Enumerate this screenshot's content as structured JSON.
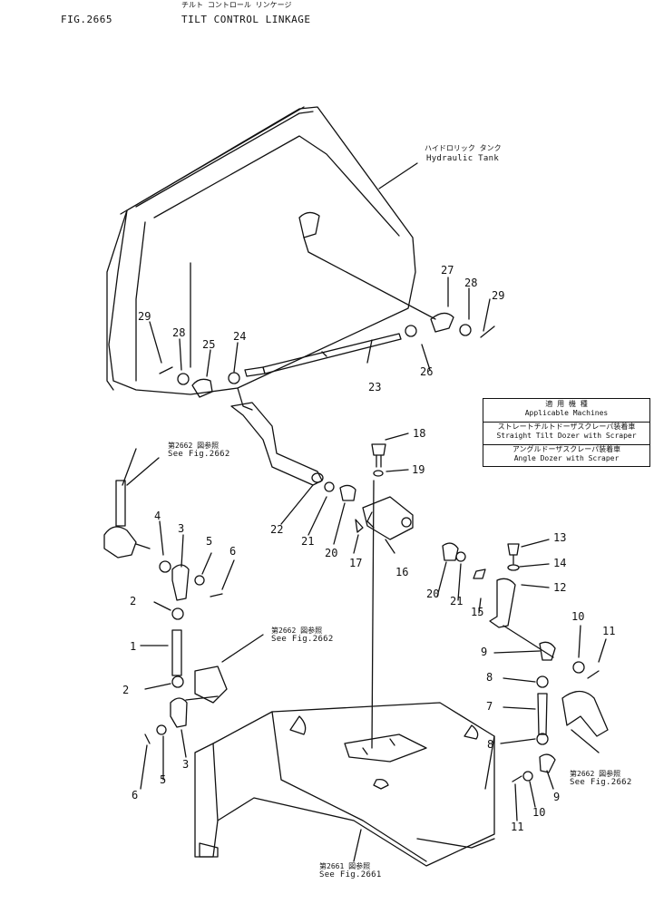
{
  "header": {
    "fig_number": "FIG.2665",
    "title_jp": "チルト コントロール リンケージ",
    "title": "TILT CONTROL LINKAGE"
  },
  "labels": {
    "tank_jp": "ハイドロリック タンク",
    "tank": "Hydraulic Tank",
    "ref1_jp": "第2662 図参照",
    "ref1": "See Fig.2662",
    "ref2_jp": "第2662 図参照",
    "ref2": "See Fig.2662",
    "ref3_jp": "第2662 図参照",
    "ref3": "See Fig.2662",
    "ref4_jp": "第2661 図参照",
    "ref4": "See Fig.2661"
  },
  "applicable": {
    "header_jp": "適 用 機 種",
    "header": "Applicable Machines",
    "row1_jp": "ストレートチルトドーザスクレーパ装着車",
    "row1": "Straight Tilt Dozer with Scraper",
    "row2_jp": "アングルドーザスクレーパ装着車",
    "row2": "Angle Dozer with Scraper"
  },
  "callouts": [
    {
      "id": "c29a",
      "text": "29"
    },
    {
      "id": "c28a",
      "text": "28"
    },
    {
      "id": "c25",
      "text": "25"
    },
    {
      "id": "c24",
      "text": "24"
    },
    {
      "id": "c27",
      "text": "27"
    },
    {
      "id": "c28b",
      "text": "28"
    },
    {
      "id": "c29b",
      "text": "29"
    },
    {
      "id": "c26",
      "text": "26"
    },
    {
      "id": "c23",
      "text": "23"
    },
    {
      "id": "c18",
      "text": "18"
    },
    {
      "id": "c19",
      "text": "19"
    },
    {
      "id": "c22",
      "text": "22"
    },
    {
      "id": "c21a",
      "text": "21"
    },
    {
      "id": "c20a",
      "text": "20"
    },
    {
      "id": "c17",
      "text": "17"
    },
    {
      "id": "c16",
      "text": "16"
    },
    {
      "id": "c4",
      "text": "4"
    },
    {
      "id": "c3a",
      "text": "3"
    },
    {
      "id": "c5a",
      "text": "5"
    },
    {
      "id": "c6a",
      "text": "6"
    },
    {
      "id": "c2a",
      "text": "2"
    },
    {
      "id": "c1",
      "text": "1"
    },
    {
      "id": "c2b",
      "text": "2"
    },
    {
      "id": "c6b",
      "text": "6"
    },
    {
      "id": "c5b",
      "text": "5"
    },
    {
      "id": "c3b",
      "text": "3"
    },
    {
      "id": "c13",
      "text": "13"
    },
    {
      "id": "c14",
      "text": "14"
    },
    {
      "id": "c12",
      "text": "12"
    },
    {
      "id": "c20b",
      "text": "20"
    },
    {
      "id": "c21b",
      "text": "21"
    },
    {
      "id": "c15",
      "text": "15"
    },
    {
      "id": "c10a",
      "text": "10"
    },
    {
      "id": "c11a",
      "text": "11"
    },
    {
      "id": "c9a",
      "text": "9"
    },
    {
      "id": "c8a",
      "text": "8"
    },
    {
      "id": "c7",
      "text": "7"
    },
    {
      "id": "c8b",
      "text": "8"
    },
    {
      "id": "c9b",
      "text": "9"
    },
    {
      "id": "c10b",
      "text": "10"
    },
    {
      "id": "c11b",
      "text": "11"
    }
  ]
}
